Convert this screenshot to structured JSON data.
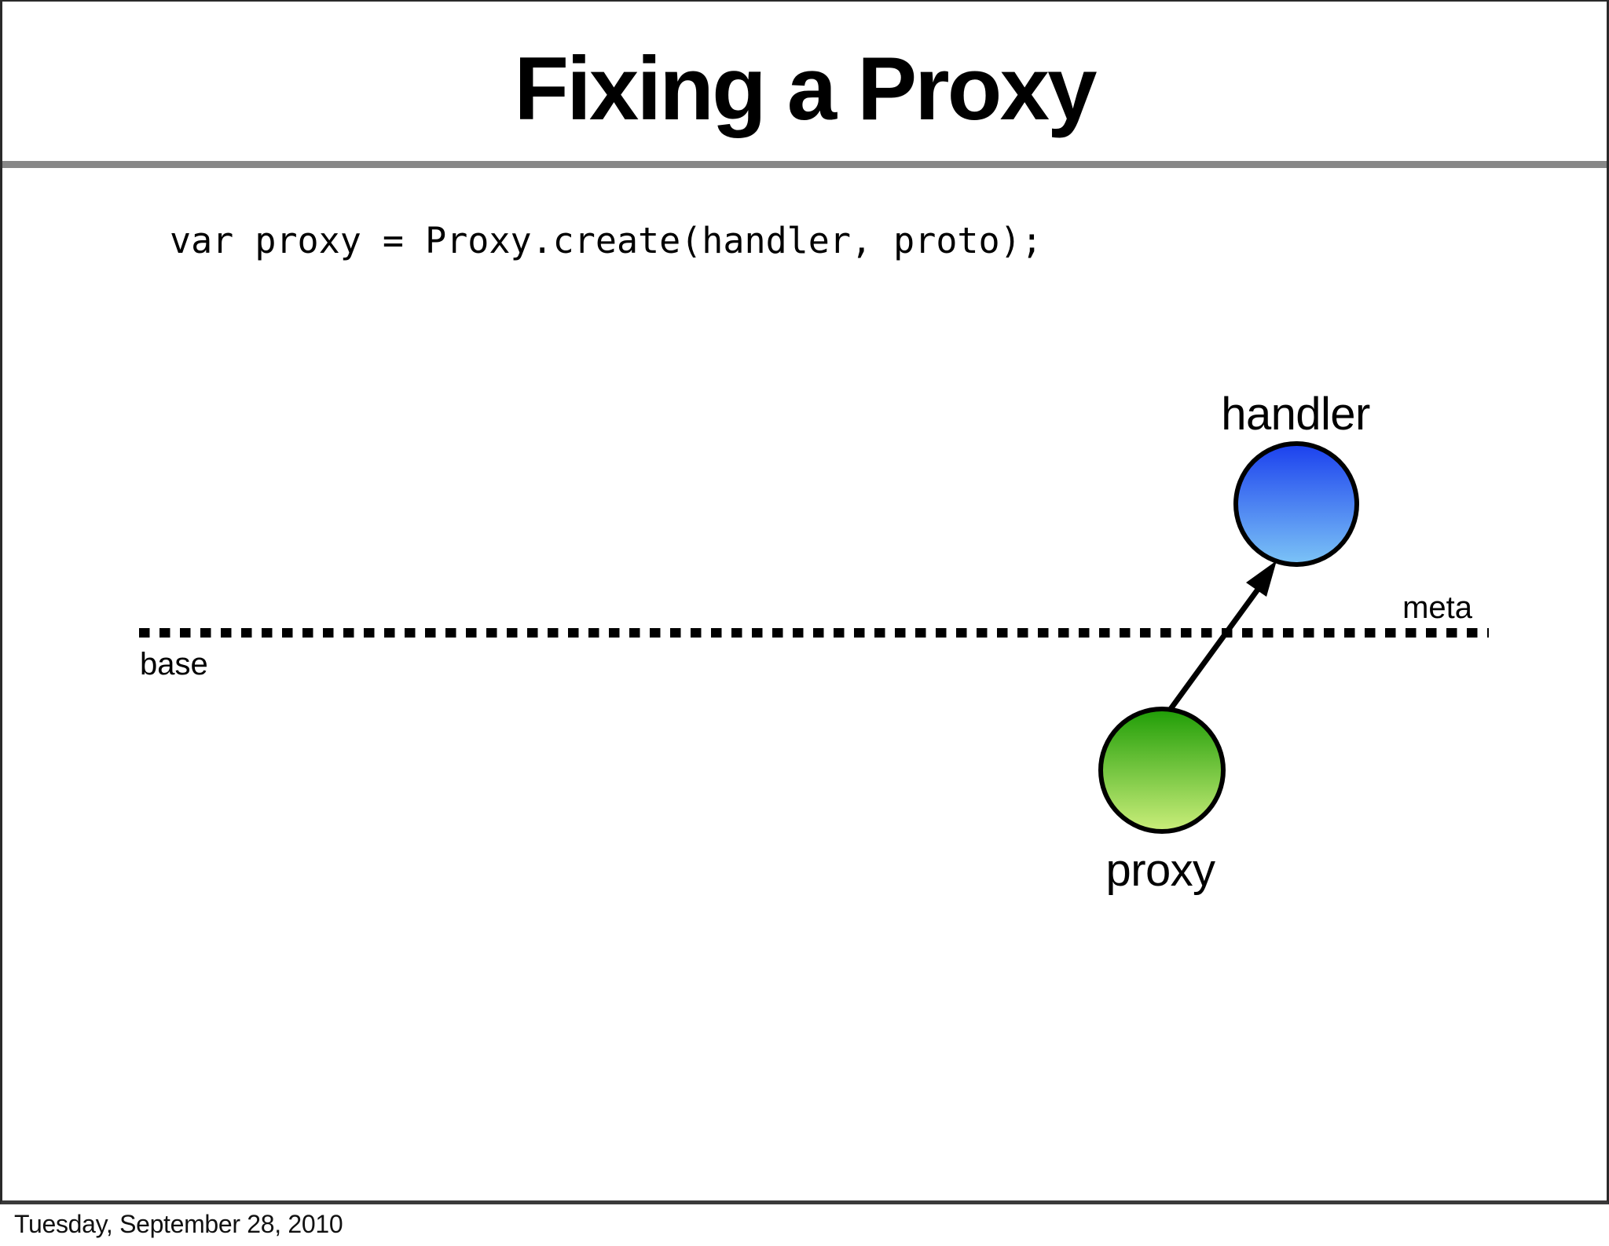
{
  "title": "Fixing a Proxy",
  "code_line": "var proxy = Proxy.create(handler, proto);",
  "diagram": {
    "handler_label": "handler",
    "proxy_label": "proxy",
    "meta_label": "meta",
    "base_label": "base",
    "colors": {
      "handler_gradient_top": "#1b40ee",
      "handler_gradient_bottom": "#7cc4f6",
      "proxy_gradient_top": "#1f9d06",
      "proxy_gradient_bottom": "#cbee7b",
      "divider_gray": "#878787",
      "line_black": "#000000"
    }
  },
  "footer": {
    "date": "Tuesday, September 28, 2010"
  }
}
